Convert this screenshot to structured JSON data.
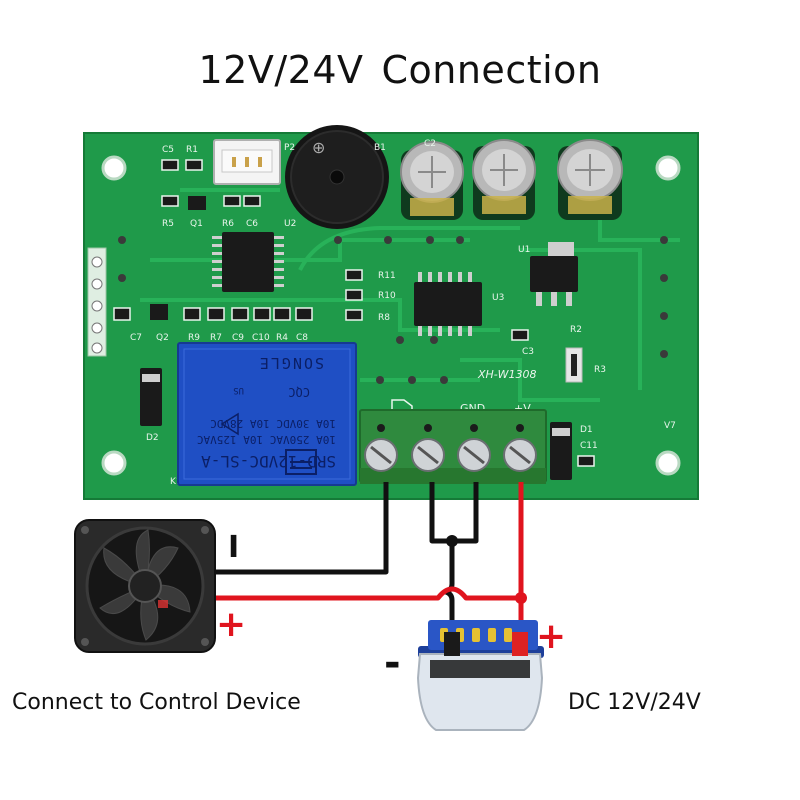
{
  "title": {
    "main": "12V/24V",
    "sub": "Connection"
  },
  "board": {
    "model": "XH-W1308",
    "silkscreen": [
      "C5",
      "R1",
      "P2",
      "B1",
      "C2",
      "R5",
      "Q1",
      "R6",
      "C6",
      "U2",
      "R11",
      "R10",
      "R8",
      "U3",
      "U1",
      "R2",
      "C3",
      "R3",
      "C7",
      "Q2",
      "R9",
      "R7",
      "C9",
      "C10",
      "R4",
      "C8",
      "D2",
      "D1",
      "C11",
      "K1",
      "V7",
      "GND",
      "+V"
    ]
  },
  "relay": {
    "brand": "SONGLE",
    "model": "SRD-12VDC-SL-A",
    "ratings": [
      "10A 250VAC  10A 125VAC",
      "10A 30VDC   10A 28VDC"
    ],
    "cert": "CQC",
    "us": "US"
  },
  "labels": {
    "fan_caption": "Connect to Control Device",
    "supply_caption": "DC 12V/24V",
    "fan_minus": "I",
    "fan_plus": "+",
    "battery_minus": "-",
    "battery_plus": "+"
  },
  "colors": {
    "pcb": "#1f9a4a",
    "relay": "#1f4fc4",
    "terminal": "#2f8a3e",
    "wire_black": "#111111",
    "wire_red": "#e0141e",
    "battery_body": "#dfe6ee",
    "battery_top": "#1d3f9a"
  }
}
